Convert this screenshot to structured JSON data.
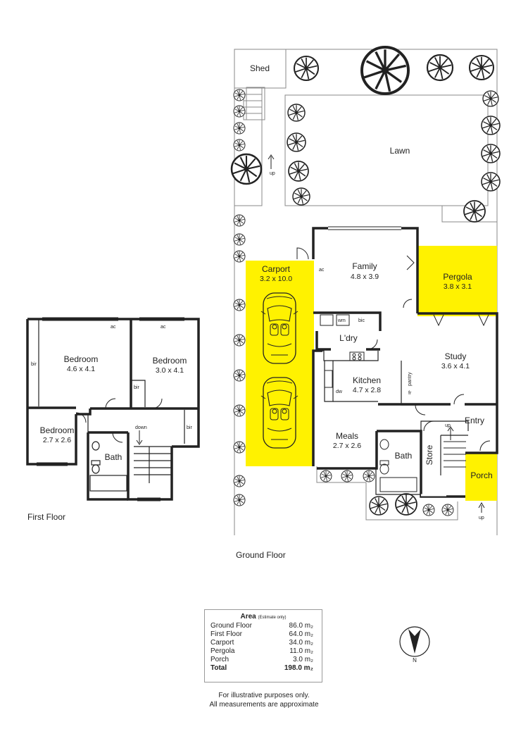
{
  "floors": {
    "ground_label": "Ground Floor",
    "first_label": "First Floor"
  },
  "outdoor": {
    "shed": "Shed",
    "lawn": "Lawn",
    "up_1": "up",
    "up_2": "up"
  },
  "ground_rooms": {
    "carport": {
      "name": "Carport",
      "dims": "3.2 x 10.0"
    },
    "family": {
      "name": "Family",
      "dims": "4.8 x 3.9"
    },
    "pergola": {
      "name": "Pergola",
      "dims": "3.8 x 3.1"
    },
    "laundry": {
      "name": "L'dry"
    },
    "study": {
      "name": "Study",
      "dims": "3.6 x 4.1"
    },
    "kitchen": {
      "name": "Kitchen",
      "dims": "4.7 x 2.8"
    },
    "meals": {
      "name": "Meals",
      "dims": "2.7 x 2.6"
    },
    "entry": {
      "name": "Entry"
    },
    "bath": {
      "name": "Bath"
    },
    "store": {
      "name": "Store"
    },
    "porch": {
      "name": "Porch"
    }
  },
  "ground_fixtures": {
    "ac": "ac",
    "wm": "wm",
    "bic": "bic",
    "pantry": "pantry",
    "dw": "dw",
    "fr": "fr",
    "up": "up"
  },
  "first_rooms": {
    "bedroom1": {
      "name": "Bedroom",
      "dims": "4.6 x 4.1"
    },
    "bedroom2": {
      "name": "Bedroom",
      "dims": "3.0 x 4.1"
    },
    "bedroom3": {
      "name": "Bedroom",
      "dims": "2.7 x 2.6"
    },
    "bath": {
      "name": "Bath"
    }
  },
  "first_fixtures": {
    "ac1": "ac",
    "ac2": "ac",
    "bir1": "bir",
    "bir2": "bir",
    "bir3": "bir",
    "down": "down"
  },
  "area": {
    "title": "Area",
    "subtitle": "(Estimate only)",
    "rows": [
      {
        "label": "Ground Floor",
        "value": "86.0 m₂"
      },
      {
        "label": "First Floor",
        "value": "64.0 m₂"
      },
      {
        "label": "Carport",
        "value": "34.0 m₂"
      },
      {
        "label": "Pergola",
        "value": "11.0 m₂"
      },
      {
        "label": "Porch",
        "value": "3.0 m₂"
      }
    ],
    "total_label": "Total",
    "total_value": "198.0 m₂"
  },
  "compass": {
    "north": "N"
  },
  "disclaimer": {
    "line1": "For illustrative purposes only.",
    "line2": "All measurements are approximate"
  },
  "colors": {
    "highlight": "#fff200",
    "wall": "#222222"
  }
}
